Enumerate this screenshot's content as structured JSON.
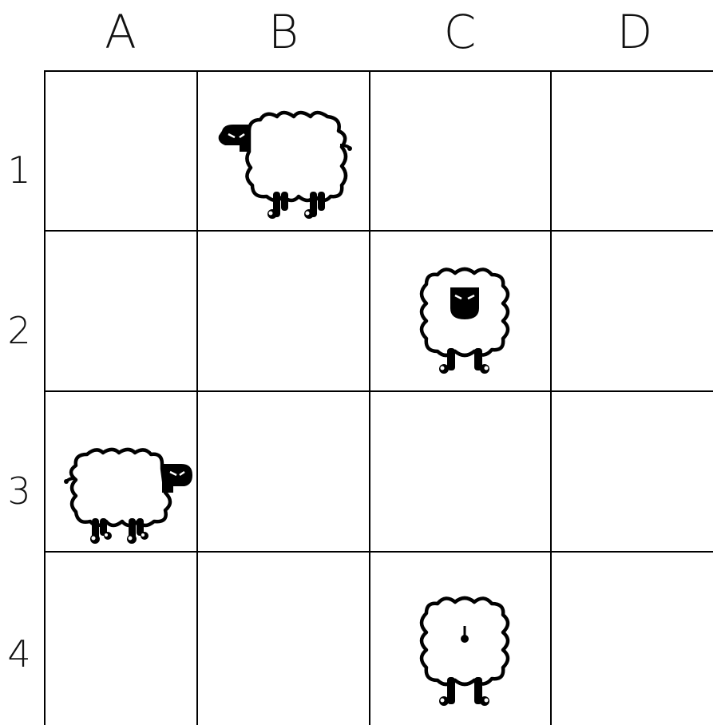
{
  "columns": [
    "A",
    "B",
    "C",
    "D"
  ],
  "rows": [
    "1",
    "2",
    "3",
    "4"
  ],
  "pieces": [
    {
      "cell": "B1",
      "type": "sheep",
      "facing": "left"
    },
    {
      "cell": "C2",
      "type": "sheep",
      "facing": "front"
    },
    {
      "cell": "A3",
      "type": "sheep",
      "facing": "right"
    },
    {
      "cell": "C4",
      "type": "sheep",
      "facing": "back"
    }
  ],
  "colors": {
    "line": "#000000",
    "sheep_body": "#ffffff",
    "sheep_outline": "#000000"
  }
}
